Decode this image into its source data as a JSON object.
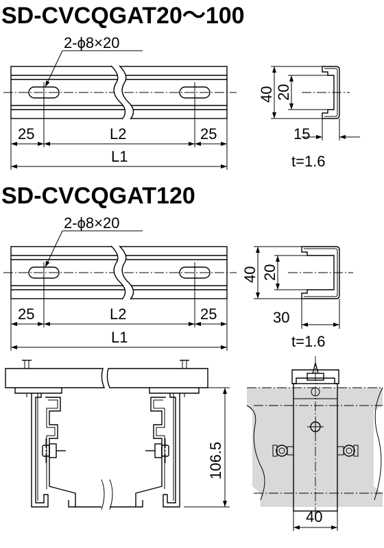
{
  "section1": {
    "title": "SD-CVCQGAT20～100",
    "hole_label": "2-ϕ8×20",
    "dim_left": "25",
    "dim_mid": "L2",
    "dim_right": "25",
    "dim_total": "L1",
    "height": "40",
    "inner": "20",
    "width": "15",
    "thickness": "t=1.6"
  },
  "section2": {
    "title": "SD-CVCQGAT120",
    "hole_label": "2-ϕ8×20",
    "dim_left": "25",
    "dim_mid": "L2",
    "dim_right": "25",
    "dim_total": "L1",
    "height": "40",
    "inner": "20",
    "width": "30",
    "thickness": "t=1.6"
  },
  "section3": {
    "height": "106.5",
    "width": "40"
  }
}
